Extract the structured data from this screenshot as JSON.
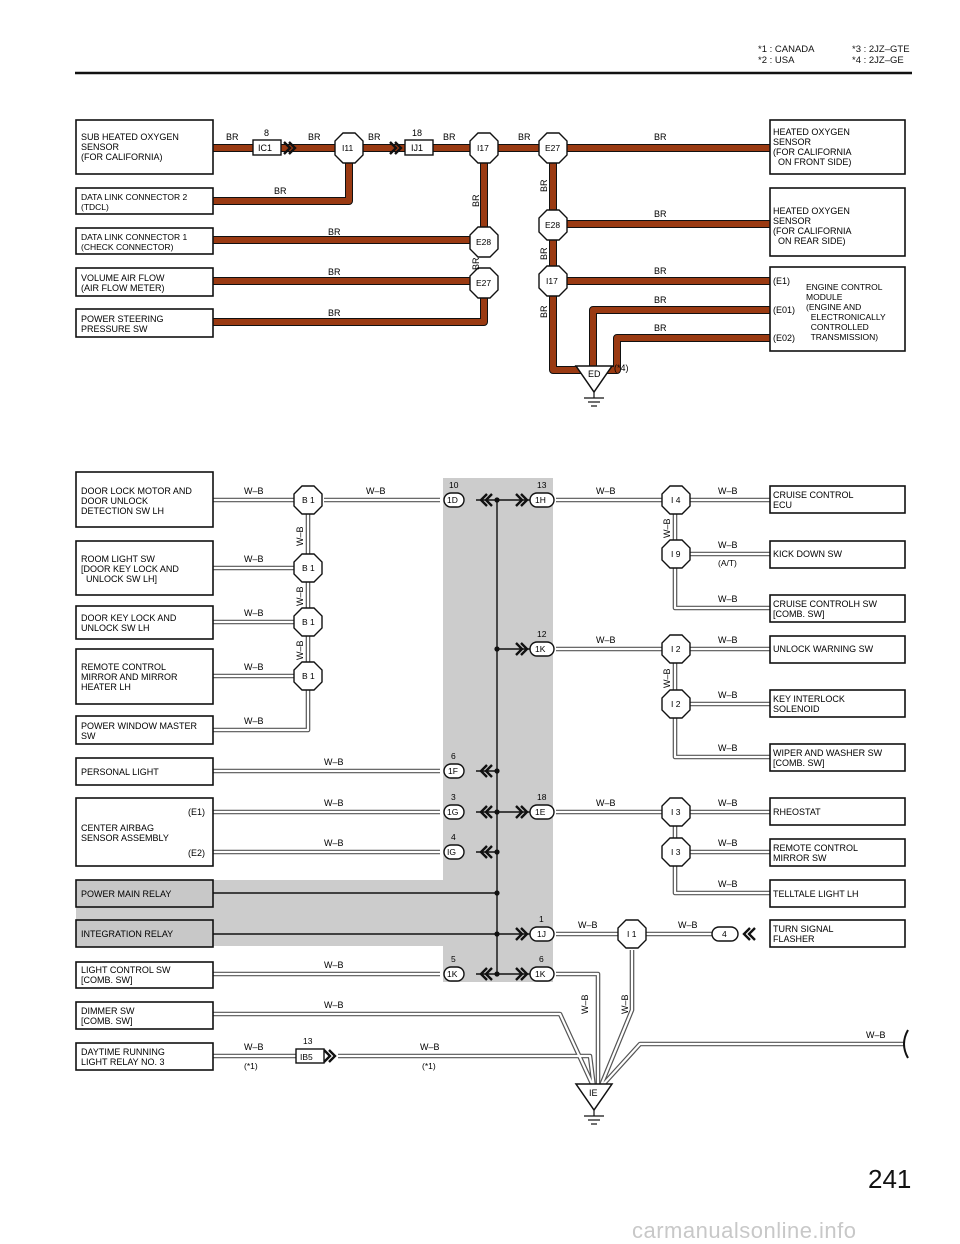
{
  "header": {
    "note1": "*1 : CANADA",
    "note2": "*2 : USA",
    "note3": "*3 : 2JZ–GTE",
    "note4": "*4 : 2JZ–GE"
  },
  "page_number": "241",
  "footer": "carmanualsonline.info",
  "wire_br": "BR",
  "wire_wb": "W–B",
  "colors": {
    "br_wire": "#9a3a12",
    "shade": "#cccccc",
    "border": "#111111"
  },
  "upper": {
    "components": [
      {
        "id": "sub_o2",
        "lines": [
          "SUB HEATED OXYGEN",
          "SENSOR",
          "(FOR CALIFORNIA)"
        ]
      },
      {
        "id": "dlc2",
        "lines": [
          "DATA LINK CONNECTOR 2",
          "(TDCL)"
        ]
      },
      {
        "id": "dlc1",
        "lines": [
          "DATA LINK CONNECTOR 1",
          "(CHECK CONNECTOR)"
        ]
      },
      {
        "id": "vaf",
        "lines": [
          "VOLUME AIR FLOW",
          "(AIR FLOW METER)"
        ]
      },
      {
        "id": "ps",
        "lines": [
          "POWER STEERING",
          "PRESSURE SW"
        ]
      },
      {
        "id": "ho2_front",
        "lines": [
          "HEATED OXYGEN",
          "SENSOR",
          "(FOR CALIFORNIA",
          "  ON FRONT SIDE)"
        ]
      },
      {
        "id": "ho2_rear",
        "lines": [
          "HEATED OXYGEN",
          "SENSOR",
          "(FOR CALIFORNIA",
          "  ON REAR SIDE)"
        ]
      },
      {
        "id": "ecm",
        "lines": [
          "ENGINE CONTROL",
          "MODULE",
          "(ENGINE AND",
          "  ELECTRONICALLY",
          "  CONTROLLED",
          "  TRANSMISSION)"
        ],
        "pins": [
          "(E1)",
          "(E01)",
          "(E02)"
        ]
      }
    ],
    "connectors": {
      "ic1": "IC1",
      "ij1": "IJ1",
      "ic1_pin": "8",
      "ij1_pin": "18"
    },
    "junctions": [
      "I11",
      "I17",
      "E27",
      "E28",
      "E28",
      "E27",
      "I17"
    ],
    "ground": "ED",
    "ground_note": "(*4)"
  },
  "lower": {
    "left_components": [
      {
        "id": "door_lock",
        "lines": [
          "DOOR LOCK MOTOR AND",
          "DOOR UNLOCK",
          "DETECTION SW LH"
        ]
      },
      {
        "id": "room_light",
        "lines": [
          "ROOM LIGHT SW",
          "[DOOR KEY LOCK AND",
          "  UNLOCK SW LH]"
        ]
      },
      {
        "id": "key_lock",
        "lines": [
          "DOOR KEY LOCK AND",
          "UNLOCK SW LH"
        ]
      },
      {
        "id": "mirror_heater",
        "lines": [
          "REMOTE CONTROL",
          "MIRROR AND MIRROR",
          "HEATER LH"
        ]
      },
      {
        "id": "pw_master",
        "lines": [
          "POWER WINDOW MASTER",
          "SW"
        ]
      },
      {
        "id": "personal",
        "lines": [
          "PERSONAL LIGHT"
        ]
      },
      {
        "id": "airbag",
        "lines": [
          "CENTER AIRBAG",
          "SENSOR ASSEMBLY"
        ],
        "pins": [
          "(E1)",
          "(E2)"
        ]
      },
      {
        "id": "pmr",
        "lines": [
          "POWER MAIN RELAY"
        ]
      },
      {
        "id": "intrelay",
        "lines": [
          "INTEGRATION RELAY"
        ]
      },
      {
        "id": "light_ctrl",
        "lines": [
          "LIGHT CONTROL SW",
          "[COMB.  SW]"
        ]
      },
      {
        "id": "dimmer",
        "lines": [
          "DIMMER SW",
          "[COMB.  SW]"
        ]
      },
      {
        "id": "drl",
        "lines": [
          "DAYTIME RUNNING",
          "LIGHT RELAY NO. 3"
        ]
      }
    ],
    "right_components": [
      {
        "id": "cruise_ecu",
        "lines": [
          "CRUISE CONTROL",
          "ECU"
        ]
      },
      {
        "id": "kickdown",
        "lines": [
          "KICK DOWN SW"
        ]
      },
      {
        "id": "cruise_sw",
        "lines": [
          "CRUISE CONTROLH SW",
          "[COMB.  SW]"
        ]
      },
      {
        "id": "unlock_warn",
        "lines": [
          "UNLOCK WARNING SW"
        ]
      },
      {
        "id": "key_interlock",
        "lines": [
          "KEY INTERLOCK",
          "SOLENOID"
        ]
      },
      {
        "id": "wiper",
        "lines": [
          "WIPER AND WASHER SW",
          "[COMB.  SW]"
        ]
      },
      {
        "id": "rheostat",
        "lines": [
          "RHEOSTAT"
        ]
      },
      {
        "id": "rc_mirror",
        "lines": [
          "REMOTE CONTROL",
          "MIRROR SW"
        ]
      },
      {
        "id": "telltale",
        "lines": [
          "TELLTALE LIGHT LH"
        ]
      },
      {
        "id": "turn_flasher",
        "lines": [
          "TURN SIGNAL",
          "FLASHER"
        ]
      }
    ],
    "junction_labels": {
      "b1": "B 1",
      "i4": "I 4",
      "i9": "I 9",
      "i2": "I 2",
      "i3": "I 3",
      "i1": "I 1"
    },
    "at_note": "(A/T)",
    "connectors": [
      {
        "label": "1D",
        "pin": "10"
      },
      {
        "label": "1H",
        "pin": "13"
      },
      {
        "label": "1K",
        "pin": "12"
      },
      {
        "label": "1F",
        "pin": "6"
      },
      {
        "label": "1G",
        "pin": "3"
      },
      {
        "label": "1E",
        "pin": "18"
      },
      {
        "label": "IG",
        "pin": "4"
      },
      {
        "label": "1J",
        "pin": "1"
      },
      {
        "label": "1K",
        "pin": "5"
      },
      {
        "label": "1K",
        "pin": "6"
      },
      {
        "label": "IB5",
        "pin": "13"
      },
      {
        "label": "4",
        "pin": ""
      }
    ],
    "note_canada": "(*1)",
    "ground": "IE"
  }
}
